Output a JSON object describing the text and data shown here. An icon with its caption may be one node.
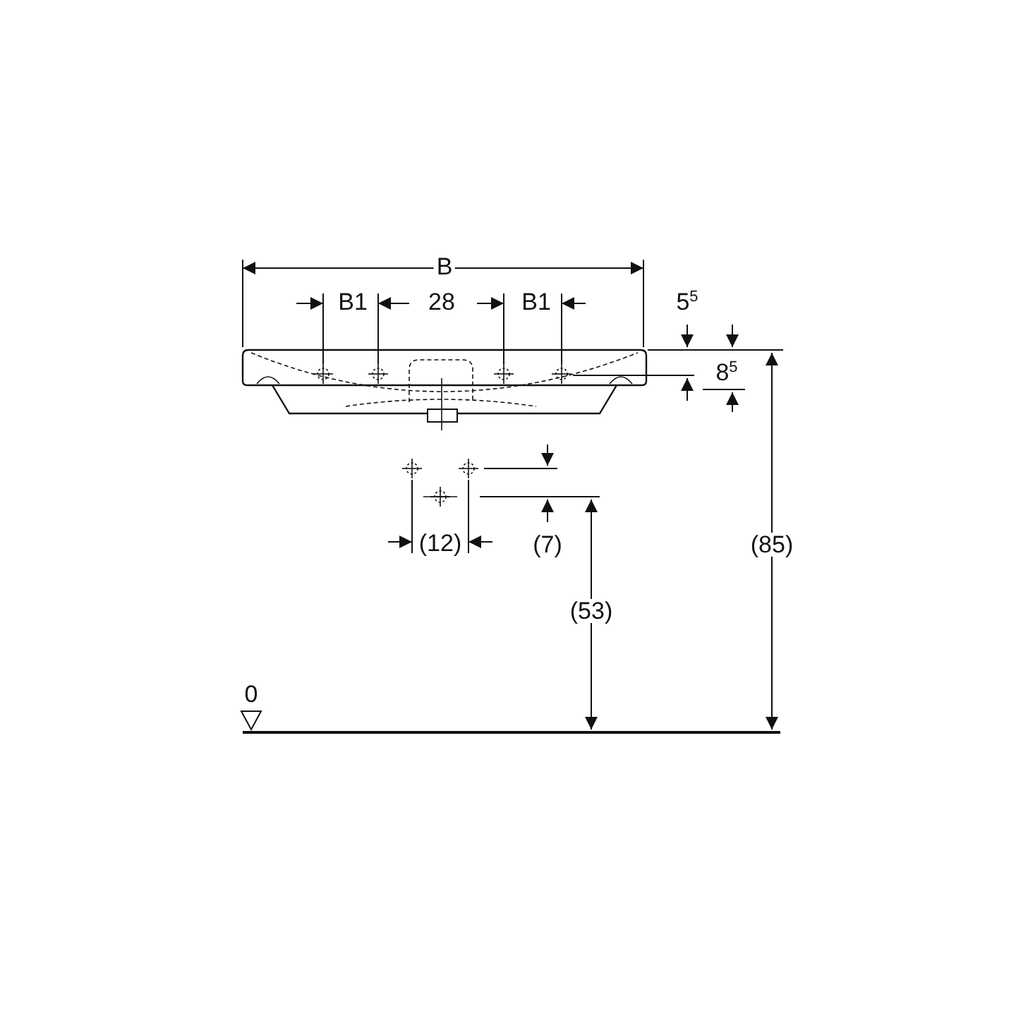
{
  "diagram": {
    "labels": [
      "B",
      "B1",
      "28",
      "B1",
      "5$^{5}$",
      "8$^{5}$",
      "(12)",
      "(7)",
      "(53)",
      "(85)",
      "0"
    ]
  }
}
